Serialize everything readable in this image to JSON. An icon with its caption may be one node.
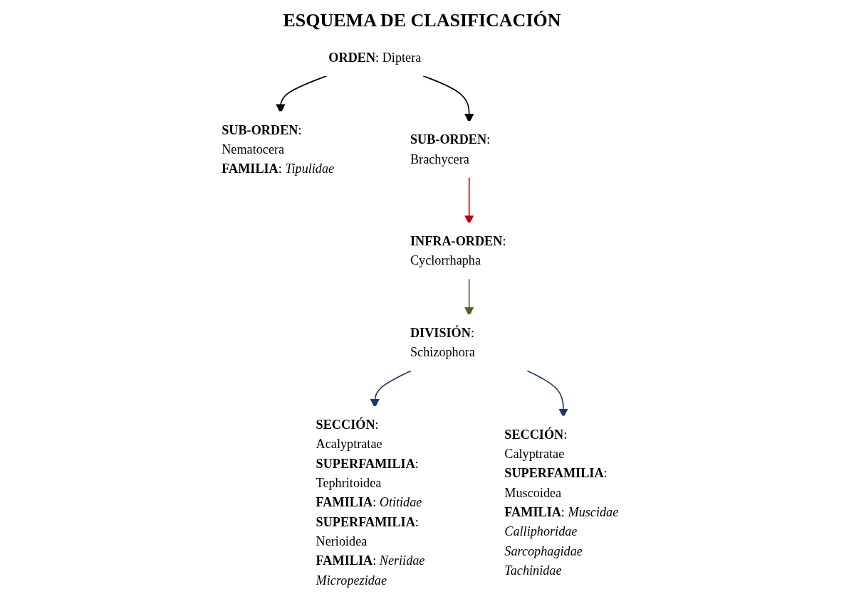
{
  "diagram": {
    "title": "ESQUEMA DE CLASIFICACIÓN",
    "nodes": [
      {
        "text": [
          "**ORDEN**: Diptera"
        ]
      },
      {
        "text": [
          "**SUB-ORDEN**: Nematocera",
          "**FAMILIA**: *Tipulidae*"
        ]
      },
      {
        "text": [
          "**SUB-ORDEN**: Brachycera"
        ]
      },
      {
        "text": [
          "**INFRA-ORDEN**: Cyclorrhapha"
        ]
      },
      {
        "text": [
          "**DIVISIÓN**: Schizophora"
        ]
      },
      {
        "text": [
          "**SECCIÓN**: Acalyptratae",
          "**SUPERFAMILIA**: Tephritoidea",
          "**FAMILIA**: *Otitidae*",
          "**SUPERFAMILIA**: Nerioidea",
          "**FAMILIA**: *Neriidae*",
          "*Micropezidae*"
        ]
      },
      {
        "text": [
          "**SECCIÓN**: Calyptratae",
          "**SUPERFAMILIA**: Muscoidea",
          "**FAMILIA**: *Muscidae*",
          "*Calliphoridae*",
          "*Sarcophagidae*",
          "*Tachinidae*"
        ]
      }
    ],
    "edges": [
      {
        "from": 0,
        "to": 1,
        "arrow": "to"
      },
      {
        "from": 0,
        "to": 2,
        "arrow": "to"
      },
      {
        "from": 2,
        "to": 3,
        "arrow": "to",
        "color": "#c00000"
      },
      {
        "from": 3,
        "to": 4,
        "arrow": "to",
        "color": "#4f6228"
      },
      {
        "from": 4,
        "to": 5,
        "arrow": "to",
        "color": "#1f3864"
      },
      {
        "from": 4,
        "to": 6,
        "arrow": "to",
        "color": "#1f3864"
      }
    ]
  }
}
